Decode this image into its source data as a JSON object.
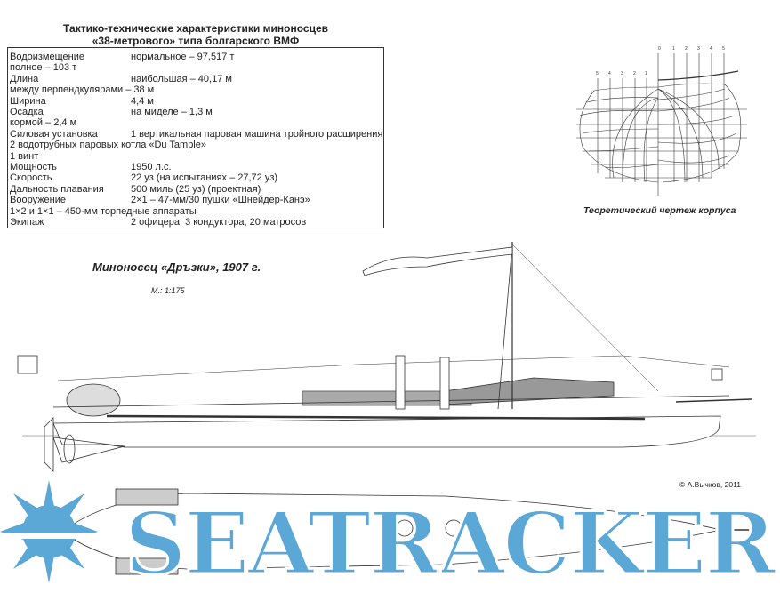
{
  "spec_table": {
    "title_line1": "Тактико-технические характеристики миноносцев",
    "title_line2": "«38-метрового» типа болгарского ВМФ",
    "rows": [
      {
        "label": "Водоизмещение",
        "value": "нормальное – 97,517 т"
      },
      {
        "label": "полное – 103 т",
        "value": ""
      },
      {
        "label": "Длина",
        "value": "наибольшая – 40,17 м"
      },
      {
        "label": "между перпендкулярами – 38 м",
        "value": ""
      },
      {
        "label": "Ширина",
        "value": "4,4 м"
      },
      {
        "label": "Осадка",
        "value": "на миделе – 1,3 м"
      },
      {
        "label": "кормой – 2,4 м",
        "value": ""
      },
      {
        "label": "Силовая установка",
        "value": "1 вертикальная паровая машина тройного расширения"
      },
      {
        "label": "2 водотрубных паровых котла «Du Tample»",
        "value": ""
      },
      {
        "label": "1 винт",
        "value": ""
      },
      {
        "label": "Мощность",
        "value": "1950 л.с."
      },
      {
        "label": "Скорость",
        "value": "22 уз (на испытаниях – 27,72 уз)"
      },
      {
        "label": "Дальность плавания",
        "value": "500 миль (25 уз) (проектная)"
      },
      {
        "label": "Вооружение",
        "value": "2×1 – 47-мм/30 пушки «Шнейдер-Канэ»"
      },
      {
        "label": "1×2 и 1×1 – 450-мм торпедные аппараты",
        "value": ""
      },
      {
        "label": "Экипаж",
        "value": "2 офицера, 3 кондуктора, 20 матросов"
      }
    ]
  },
  "body_plan": {
    "caption": "Теоретический чертеж корпуса",
    "stations_left": [
      "5",
      "4",
      "3",
      "2",
      "1"
    ],
    "stations_right": [
      "0",
      "1",
      "2",
      "3",
      "4",
      "5"
    ]
  },
  "profile": {
    "title": "Миноносец «Дръзки», 1907 г.",
    "scale": "М.: 1:175"
  },
  "copyright": "© А.Вычков, 2011",
  "watermark": {
    "text": "SEATRACKER.RU",
    "color": "#5ba7d6"
  }
}
